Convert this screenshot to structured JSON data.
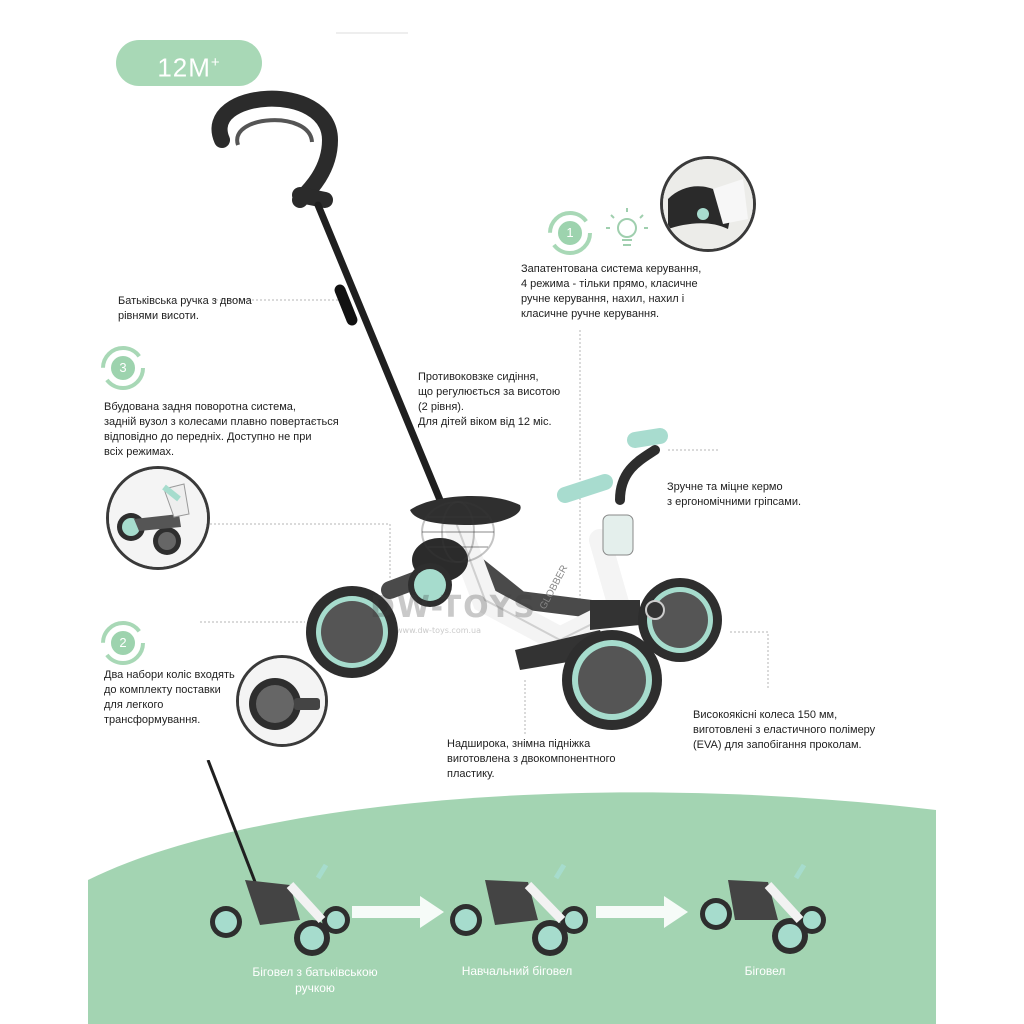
{
  "age_badge": {
    "text": "12M",
    "sup": "+"
  },
  "step_numbers": {
    "one": "1",
    "two": "2",
    "three": "3"
  },
  "features": {
    "parent_handle": [
      "Батьківська ручка з двома",
      "рівнями висоти."
    ],
    "steering": [
      "Запатентована система керування,",
      "4 режима - тільки прямо, класичне",
      "ручне керування, нахил, нахил і",
      "класичне ручне керування."
    ],
    "seat": [
      "Противоковзке сидіння,",
      "що регулюється за висотою",
      "(2 рівня).",
      "Для дітей віком від 12 міс."
    ],
    "rear_swivel": [
      "Вбудована задня поворотна система,",
      "задній вузол з колесами плавно повертається",
      "відповідно до передніх. Доступно не при",
      "всіх режимах."
    ],
    "handlebar": [
      "Зручне та міцне кермо",
      "з ергономічними гріпсами."
    ],
    "wheel_sets": [
      "Два набори коліс входять",
      "до комплекту поставки",
      "для легкого",
      "трансформування."
    ],
    "wheels": [
      "Високоякісні колеса 150 мм,",
      "виготовлені з еластичного полімеру",
      "(EVA) для запобігання проколам."
    ],
    "footrest": [
      "Надширока, знімна підніжка",
      "виготовлена з  двокомпонентного",
      "пластику."
    ]
  },
  "watermark": {
    "brand": "DW-TOYS",
    "url": "www.dw-toys.com.ua"
  },
  "frame_logo": "GLOBBER",
  "modes": {
    "mode1": [
      "Біговел з батьківською",
      "ручкою"
    ],
    "mode2": "Навчальний біговел",
    "mode3": "Біговел"
  },
  "colors": {
    "mint": "#a8d8b6",
    "band": "#a3d4b2",
    "wheel_rim": "#9fd6c8",
    "frame": "#3a3a3a"
  }
}
